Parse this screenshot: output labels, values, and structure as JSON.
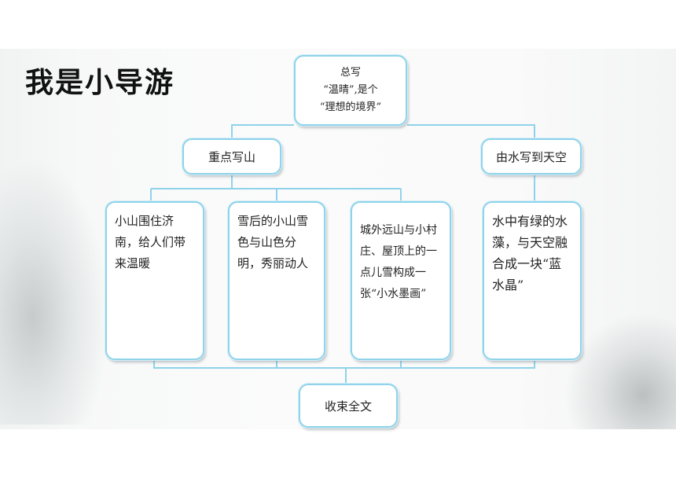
{
  "title": "我是小导游",
  "top": {
    "line1": "总写",
    "line2": "“温晴”,是个",
    "line3": "“理想的境界”"
  },
  "branches": {
    "left": "重点写山",
    "right": "由水写到天空"
  },
  "leaves": [
    "小山围住济南，给人们带来温暖",
    "雪后的小山雪色与山色分明，秀丽动人",
    "城外远山与小村庄、屋顶上的一点儿雪构成一张“小水墨画”",
    "水中有绿的水藻，与天空融合成一块“蓝水晶”"
  ],
  "bottom": "收束全文"
}
